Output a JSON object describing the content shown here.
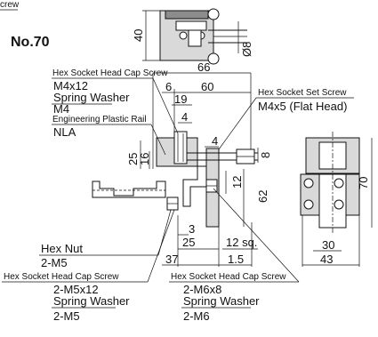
{
  "header": {
    "corner_text": "crew",
    "model_no": "No.70"
  },
  "top_view": {
    "dim_height": "40",
    "dim_diameter": "Ø8"
  },
  "callouts": {
    "hex_socket_head_cap_screw_1": {
      "title": "Hex Socket Head Cap Screw",
      "size": "M4x12",
      "washer": "Spring Washer",
      "washer_size": "M4"
    },
    "engineering_plastic_rail": {
      "title": "Engineering Plastic Rail",
      "code": "NLA"
    },
    "hex_socket_set_screw": {
      "title": "Hex Socket Set Screw",
      "size": "M4x5 (Flat Head)"
    },
    "hex_nut": {
      "title": "Hex Nut",
      "size": "2-M5"
    },
    "hex_socket_head_cap_screw_2": {
      "title": "Hex Socket Head Cap Screw",
      "size": "2-M5x12",
      "washer": "Spring Washer",
      "washer_size": "2-M5"
    },
    "hex_socket_head_cap_screw_3": {
      "title": "Hex Socket Head Cap Screw",
      "size": "2-M6x8",
      "washer": "Spring Washer",
      "washer_size": "2-M6"
    }
  },
  "front_view_dims": {
    "d66": "66",
    "d60": "60",
    "d6": "6",
    "d19": "19",
    "d4a": "4",
    "d4b": "4",
    "d8": "8",
    "d25v": "25",
    "d16": "16",
    "d12": "12",
    "d62": "62",
    "d3": "3",
    "d25h": "25",
    "d12sq": "12 sq.",
    "d37": "37",
    "d1_5": "1.5"
  },
  "side_view_dims": {
    "d70": "70",
    "d30": "30",
    "d43": "43"
  }
}
